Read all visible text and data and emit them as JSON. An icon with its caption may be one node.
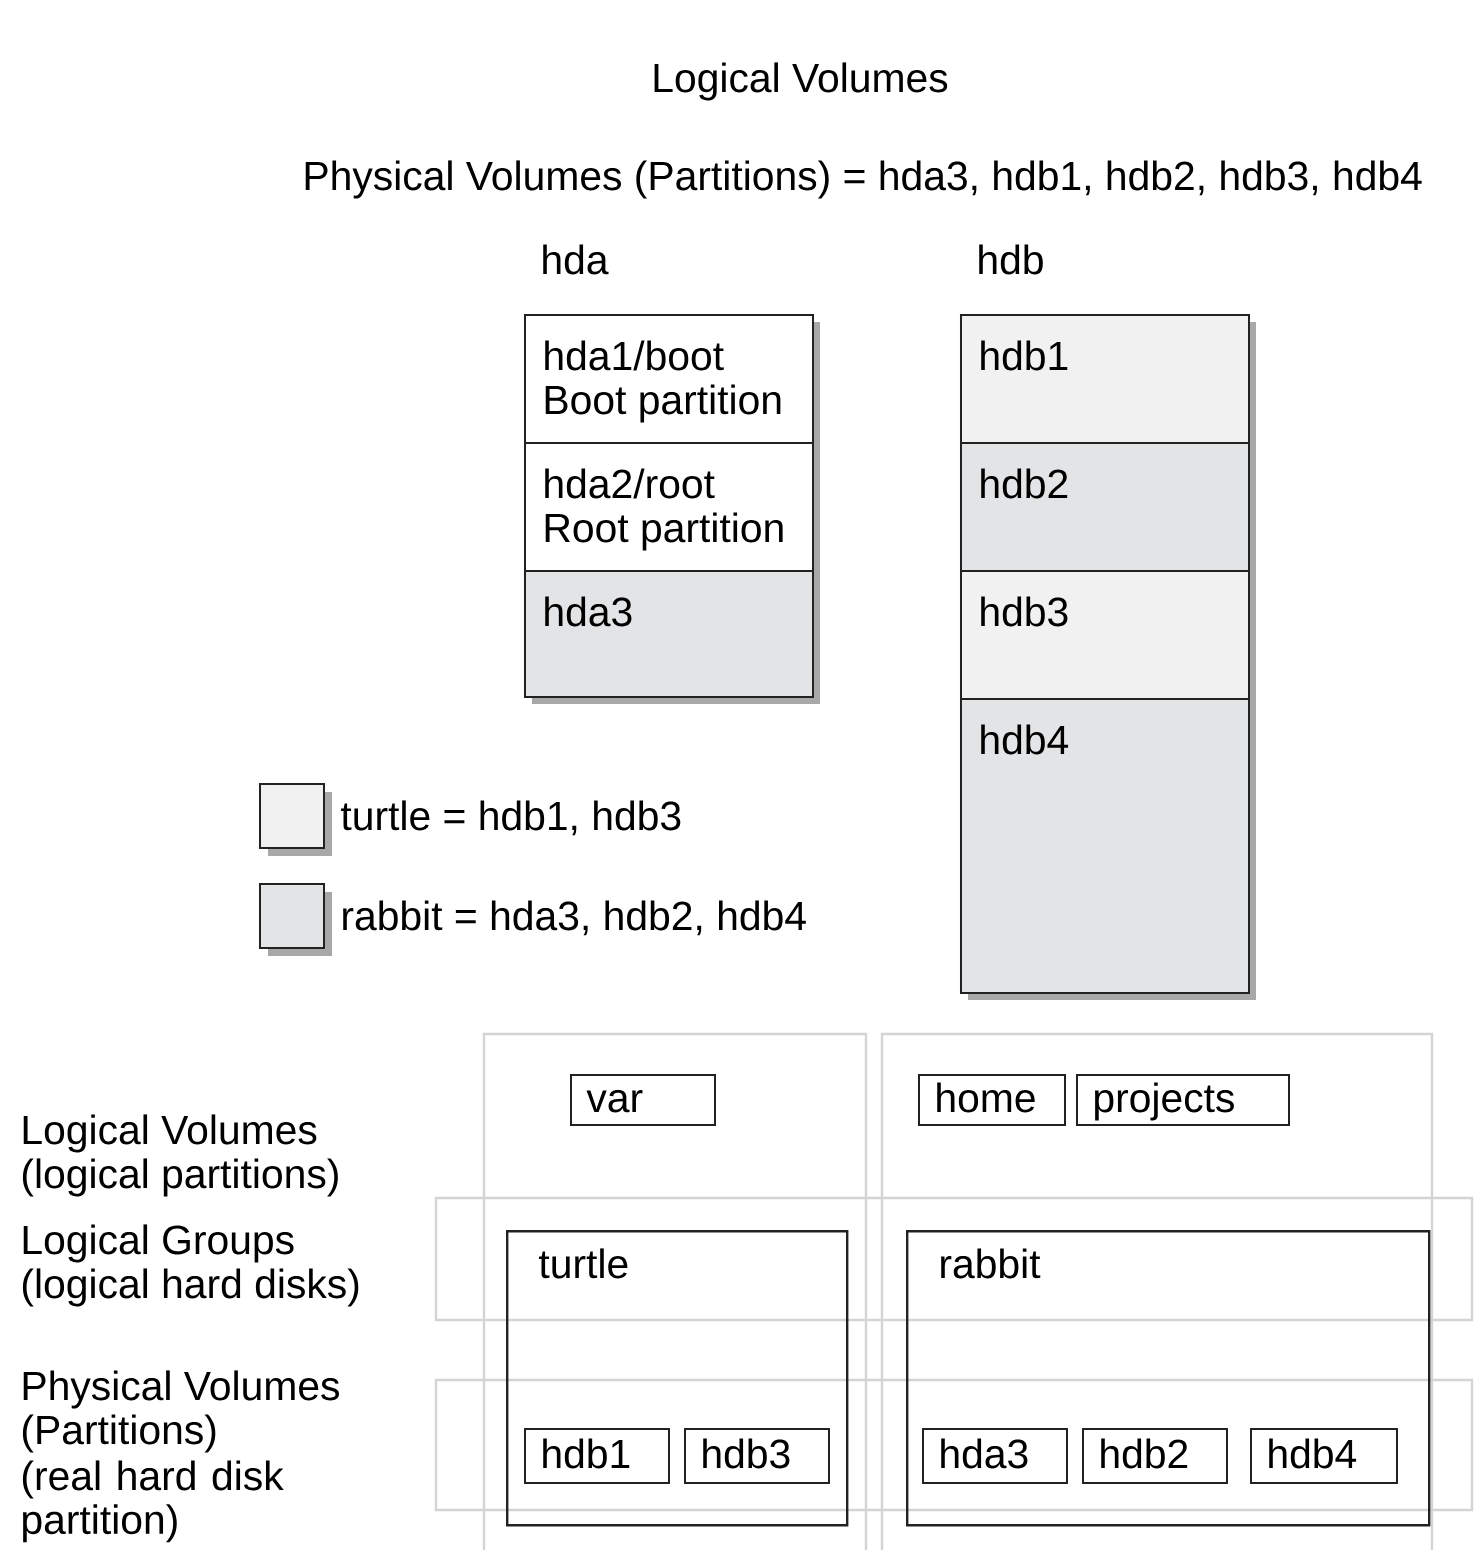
{
  "diagram": {
    "title": "Logical Volumes",
    "nodes": [
      {
        "text": [
          "hda"
        ]
      },
      {
        "text": [
          "hda1/boot",
          "Boot partition"
        ],
        "in": 0
      },
      {
        "text": [
          "hda2/root",
          "Root partition"
        ],
        "in": 0
      },
      {
        "text": [
          "hda3"
        ],
        "in": 0
      },
      {
        "text": [
          "hdb"
        ]
      },
      {
        "text": [
          "hdb1"
        ],
        "in": 4
      },
      {
        "text": [
          "hdb2"
        ],
        "in": 4
      },
      {
        "text": [
          "hdb3"
        ],
        "in": 4
      },
      {
        "text": [
          "hdb4"
        ],
        "in": 4
      },
      {
        "text": [
          "var"
        ]
      },
      {
        "text": [
          "home"
        ]
      },
      {
        "text": [
          "projects"
        ]
      },
      {
        "text": [
          "turtle"
        ]
      },
      {
        "text": [
          "rabbit"
        ]
      },
      {
        "text": [
          "hdb1"
        ],
        "in": 12
      },
      {
        "text": [
          "hdb3"
        ],
        "in": 12
      },
      {
        "text": [
          "hda3"
        ],
        "in": 13
      },
      {
        "text": [
          "hdb2"
        ],
        "in": 13
      },
      {
        "text": [
          "hdb4"
        ],
        "in": 13
      }
    ],
    "labels": [
      "Physical Volumes (Partitions) = hda3, hdb1, hdb2, hdb3, hdb4",
      "Logical Volumes",
      "(logical partitions)",
      "Logical Groups",
      "(logical hard disks)",
      "Physical Volumes",
      "(Partitions)",
      "(real hard disk partition)"
    ],
    "legend": [
      {
        "text": "turtle = hdb1, hdb3",
        "color": "#f1f1f1"
      },
      {
        "text": "rabbit = hda3, hdb2, hdb4",
        "color": "#e3e4e6"
      }
    ]
  }
}
